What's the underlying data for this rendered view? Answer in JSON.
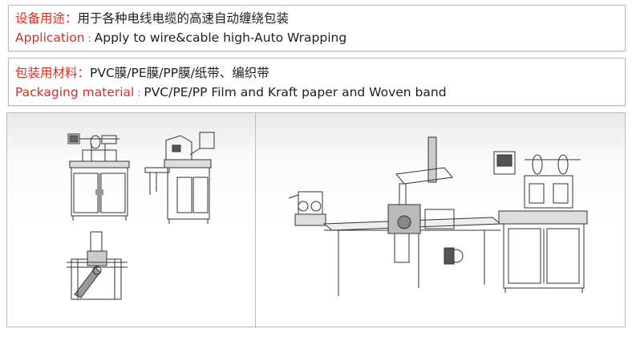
{
  "application": {
    "zh_label": "设备用途：",
    "zh_text": "用于各种电线电缆的高速自动缠绕包装",
    "en_label": "Application",
    "separator": ":",
    "en_text": "Apply to  wire&cable high-Auto Wrapping"
  },
  "packaging_material": {
    "zh_label": "包装用材料：",
    "zh_text": "PVC膜/PE膜/PP膜/纸带、编织带",
    "en_label": "Packaging material",
    "separator": ":",
    "en_text": "PVC/PE/PP Film and Kraft paper and Woven band"
  },
  "colors": {
    "label_red": "#d62e22",
    "text": "#1e1e1e",
    "border": "#b9b9b9"
  }
}
